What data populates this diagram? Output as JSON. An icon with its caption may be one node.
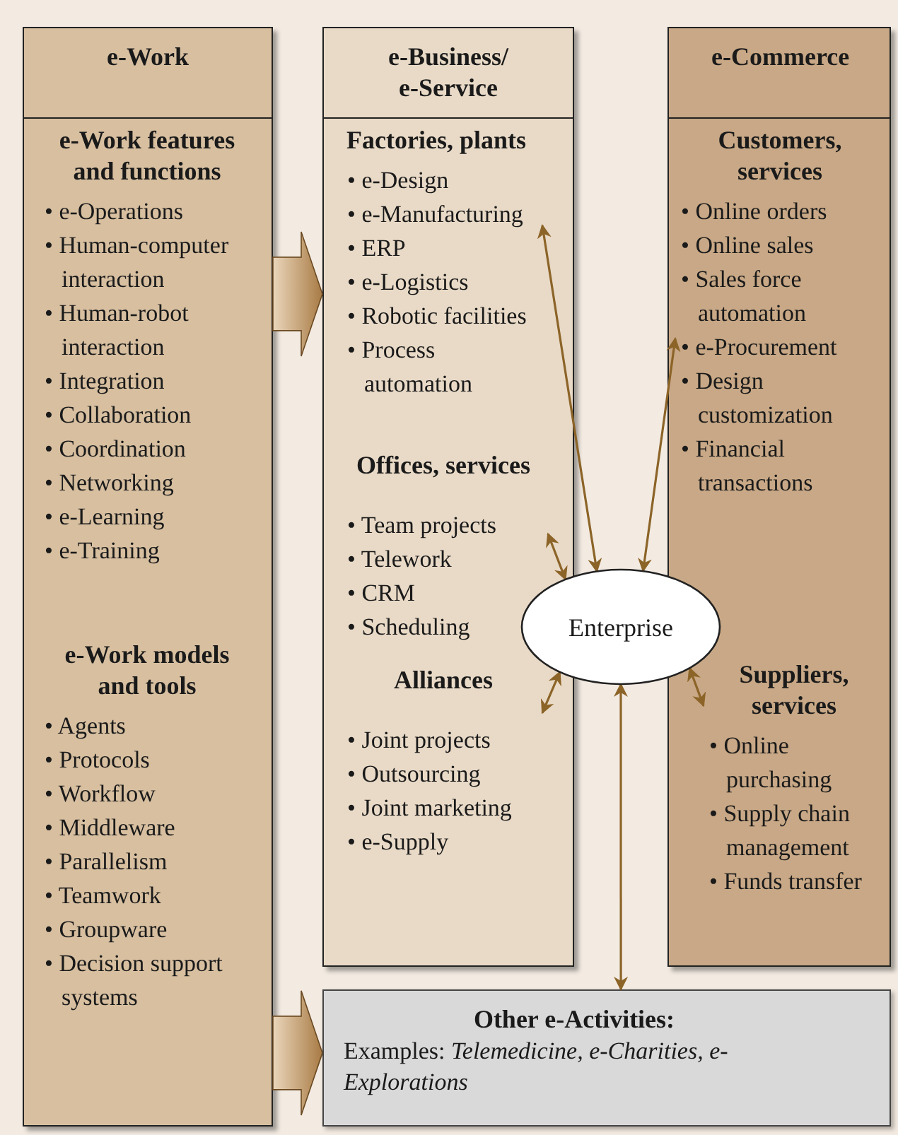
{
  "diagram": {
    "nodes": [
      {
        "text": [
          "e-Work"
        ]
      },
      {
        "text": [
          "e-Work features and functions",
          "• e-Operations",
          "• Human-computer interaction",
          "• Human-robot interaction",
          "• Integration",
          "• Collaboration",
          "• Coordination",
          "• Networking",
          "• e-Learning",
          "• e-Training"
        ],
        "in": 0
      },
      {
        "text": [
          "e-Work models and tools",
          "• Agents",
          "• Protocols",
          "• Workflow",
          "• Middleware",
          "• Parallelism",
          "• Teamwork",
          "• Groupware",
          "• Decision support systems"
        ],
        "in": 0
      },
      {
        "text": [
          "e-Business/ e-Service"
        ]
      },
      {
        "text": [
          "Factories, plants",
          "• e-Design",
          "• e-Manufacturing",
          "• ERP",
          "• e-Logistics",
          "• Robotic facilities",
          "• Process automation"
        ],
        "in": 3
      },
      {
        "text": [
          "Offices, services",
          "• Team projects",
          "• Telework",
          "• CRM",
          "• Scheduling"
        ],
        "in": 3
      },
      {
        "text": [
          "Alliances",
          "• Joint projects",
          "• Outsourcing",
          "• Joint marketing",
          "• e-Supply"
        ],
        "in": 3
      },
      {
        "text": [
          "e-Commerce"
        ]
      },
      {
        "text": [
          "Customers, services",
          "• Online orders",
          "• Online sales",
          "• Sales force automation",
          "• e-Procurement",
          "• Design customization",
          "• Financial transactions"
        ],
        "in": 7
      },
      {
        "text": [
          "Suppliers, services",
          "• Online purchasing",
          "• Supply chain management",
          "• Funds transfer"
        ],
        "in": 7
      },
      {
        "text": [
          "Enterprise"
        ]
      },
      {
        "text": [
          "Other e-Activities:",
          "Examples: *Telemedicine, e-Charities, e-Explorations*"
        ]
      }
    ],
    "edges": [
      {
        "from": 0,
        "to": 3,
        "arrow": "to",
        "style": "thick",
        "color": "#a87a44"
      },
      {
        "from": 0,
        "to": 11,
        "arrow": "to",
        "style": "thick",
        "color": "#a87a44"
      },
      {
        "from": 10,
        "to": 4,
        "arrow": "both"
      },
      {
        "from": 10,
        "to": 5,
        "arrow": "both"
      },
      {
        "from": 10,
        "to": 6,
        "arrow": "both"
      },
      {
        "from": 10,
        "to": 8,
        "arrow": "both"
      },
      {
        "from": 10,
        "to": 9,
        "arrow": "both"
      },
      {
        "from": 10,
        "to": 11,
        "arrow": "both"
      }
    ]
  }
}
